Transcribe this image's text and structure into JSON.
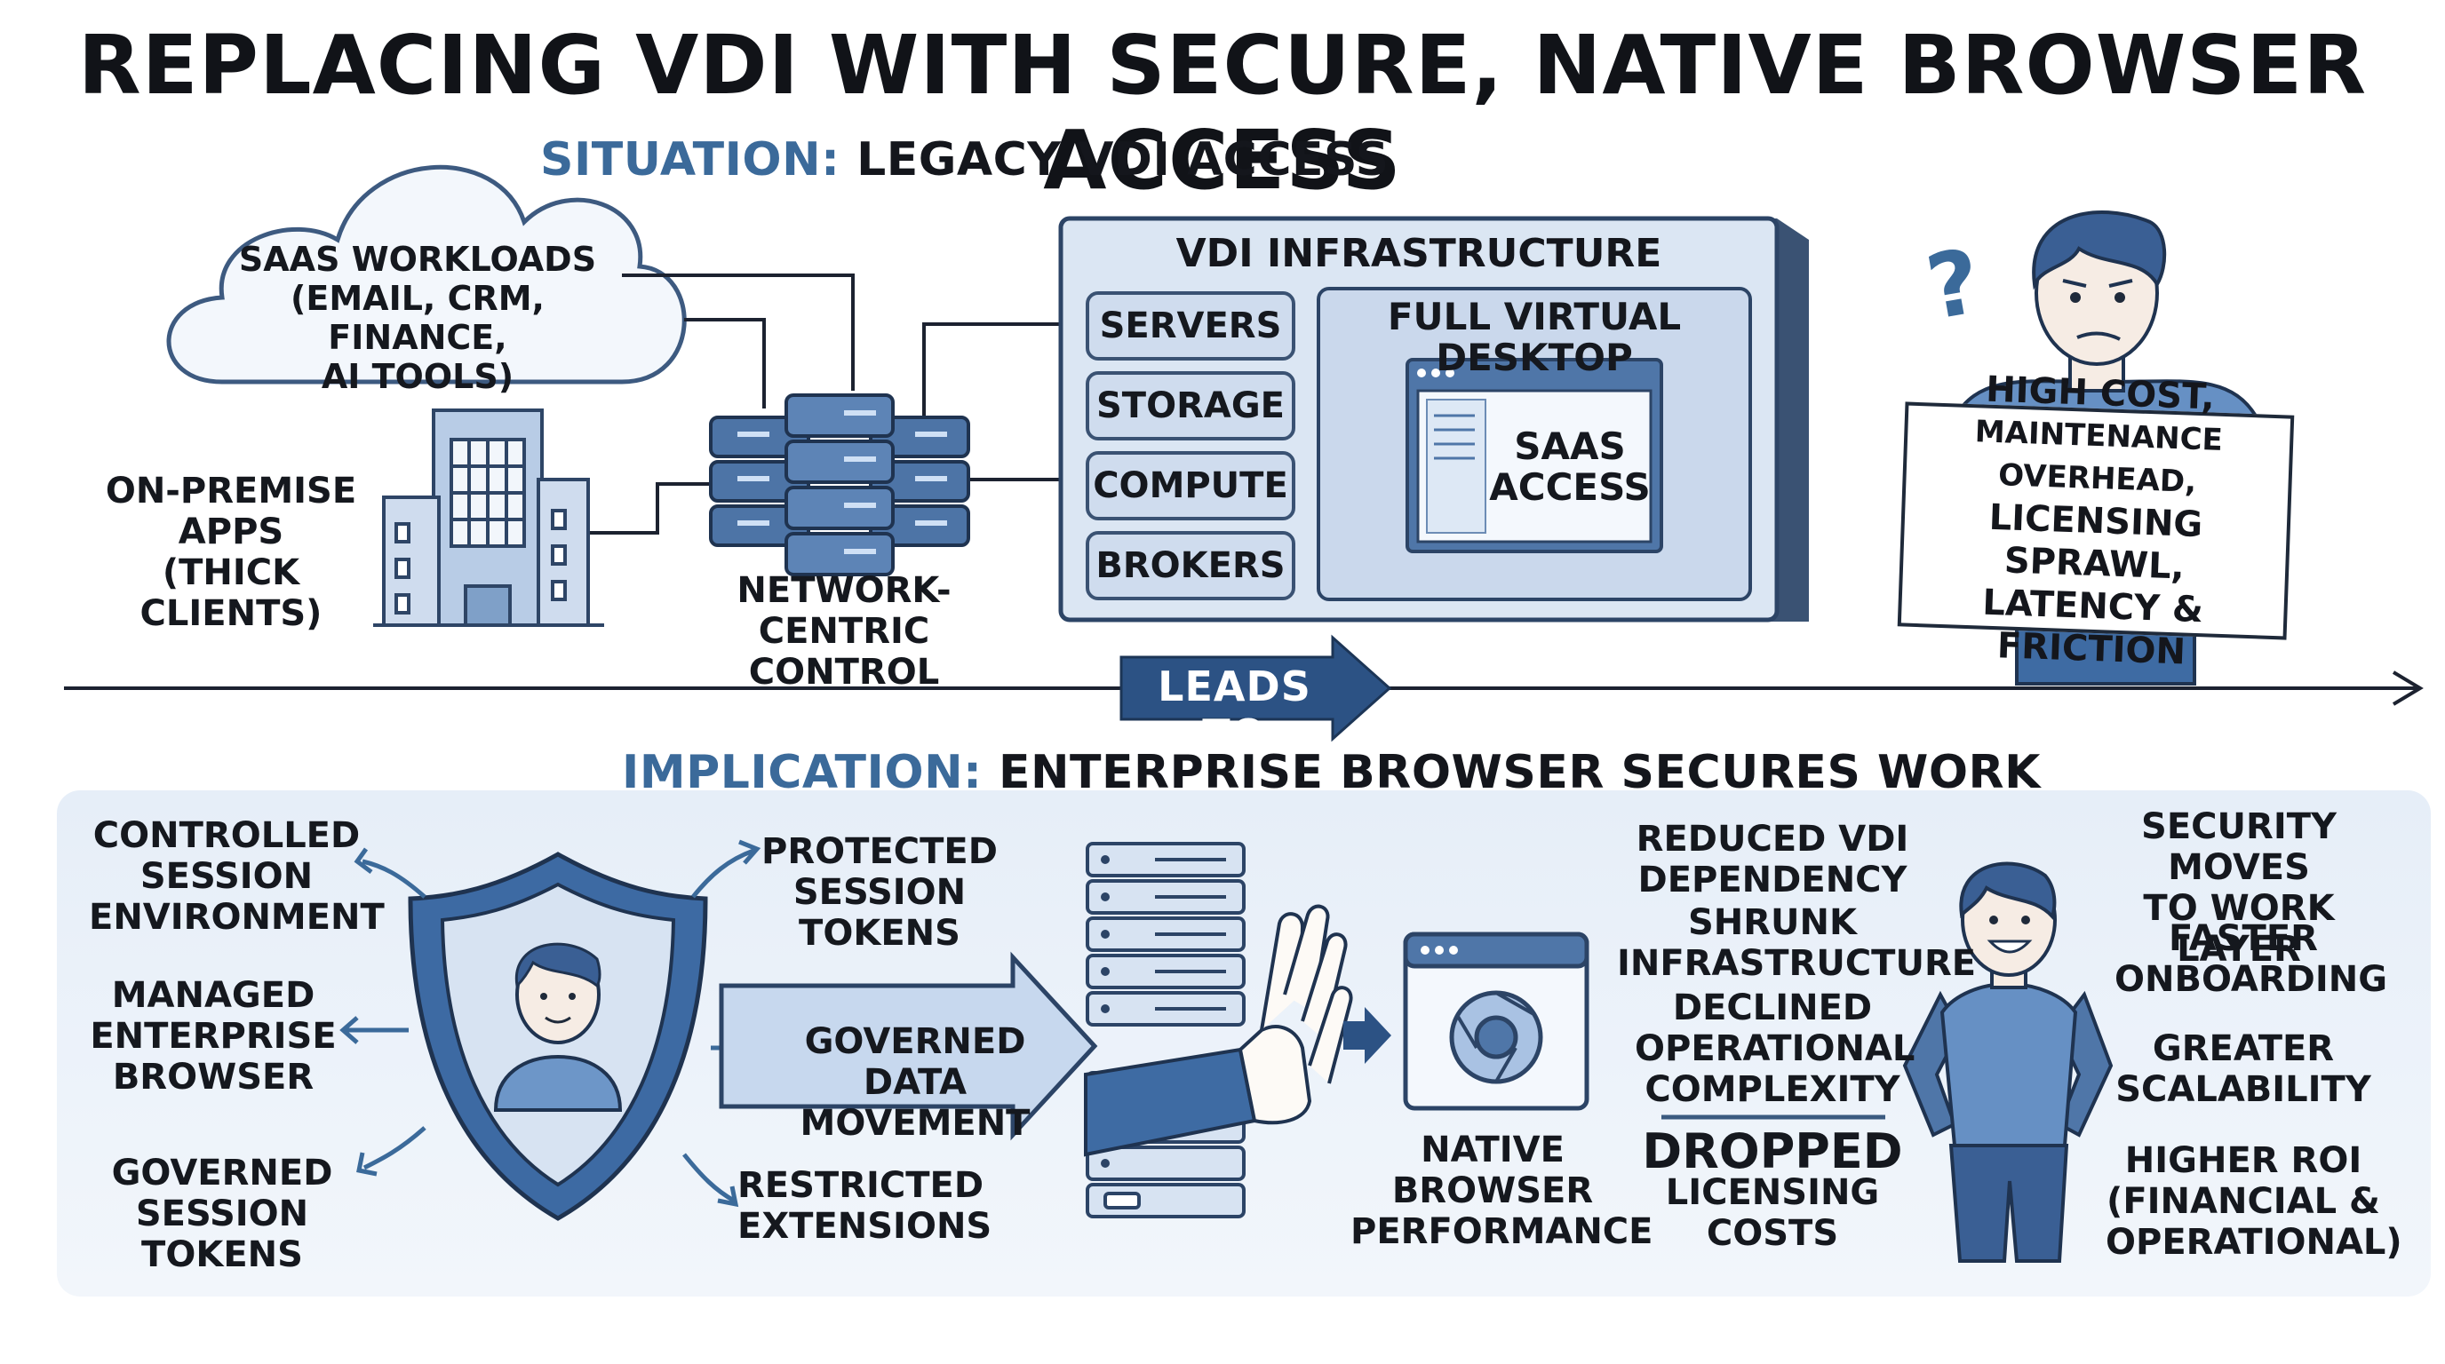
{
  "title": "REPLACING VDI WITH SECURE, NATIVE BROWSER ACCESS",
  "situation": {
    "key": "SITUATION:",
    "text": "LEGACY VDI ACCESS"
  },
  "cloud": {
    "line1": "SAAS WORKLOADS",
    "line2": "(EMAIL, CRM, FINANCE,",
    "line3": "AI TOOLS)"
  },
  "onprem": {
    "line1": "ON-PREMISE",
    "line2": "APPS",
    "line3": "(THICK CLIENTS)"
  },
  "network": {
    "line1": "NETWORK-CENTRIC",
    "line2": "CONTROL"
  },
  "vdi": {
    "title": "VDI INFRASTRUCTURE",
    "components": [
      "SERVERS",
      "STORAGE",
      "COMPUTE",
      "BROKERS"
    ],
    "desktop_title": "FULL VIRTUAL DESKTOP",
    "saas_line1": "SAAS",
    "saas_line2": "ACCESS"
  },
  "question_mark": "?",
  "sign": {
    "line1": "HIGH COST,",
    "line2": "MAINTENANCE OVERHEAD,",
    "line3": "LICENSING SPRAWL,",
    "line4": "LATENCY & FRICTION"
  },
  "leads_to": "LEADS TO",
  "implication": {
    "key": "IMPLICATION:",
    "text": "ENTERPRISE BROWSER SECURES WORK"
  },
  "shield_labels": {
    "controlled": [
      "CONTROLLED",
      "SESSION",
      "ENVIRONMENT"
    ],
    "managed": [
      "MANAGED",
      "ENTERPRISE",
      "BROWSER"
    ],
    "governed_tokens": [
      "GOVERNED",
      "SESSION TOKENS"
    ],
    "protected": [
      "PROTECTED",
      "SESSION",
      "TOKENS"
    ],
    "governed_data": [
      "GOVERNED DATA",
      "MOVEMENT"
    ],
    "restricted": [
      "RESTRICTED",
      "EXTENSIONS"
    ]
  },
  "native": [
    "NATIVE",
    "BROWSER",
    "PERFORMANCE"
  ],
  "outcomes": {
    "reduced": [
      "REDUCED VDI",
      "DEPENDENCY"
    ],
    "shrunk": [
      "SHRUNK",
      "INFRASTRUCTURE"
    ],
    "declined": [
      "DECLINED",
      "OPERATIONAL",
      "COMPLEXITY"
    ],
    "dropped": [
      "DROPPED",
      "LICENSING",
      "COSTS"
    ]
  },
  "benefits": {
    "security": [
      "SECURITY MOVES",
      "TO WORK LAYER"
    ],
    "faster": [
      "FASTER",
      "ONBOARDING"
    ],
    "scalability": [
      "GREATER",
      "SCALABILITY"
    ],
    "roi": [
      "HIGHER ROI",
      "(FINANCIAL &",
      "OPERATIONAL)"
    ]
  },
  "colors": {
    "accent": "#3b6a9a",
    "navy": "#2c4d78",
    "fill_light": "#cfdcee",
    "panel": "#e6eef8"
  }
}
